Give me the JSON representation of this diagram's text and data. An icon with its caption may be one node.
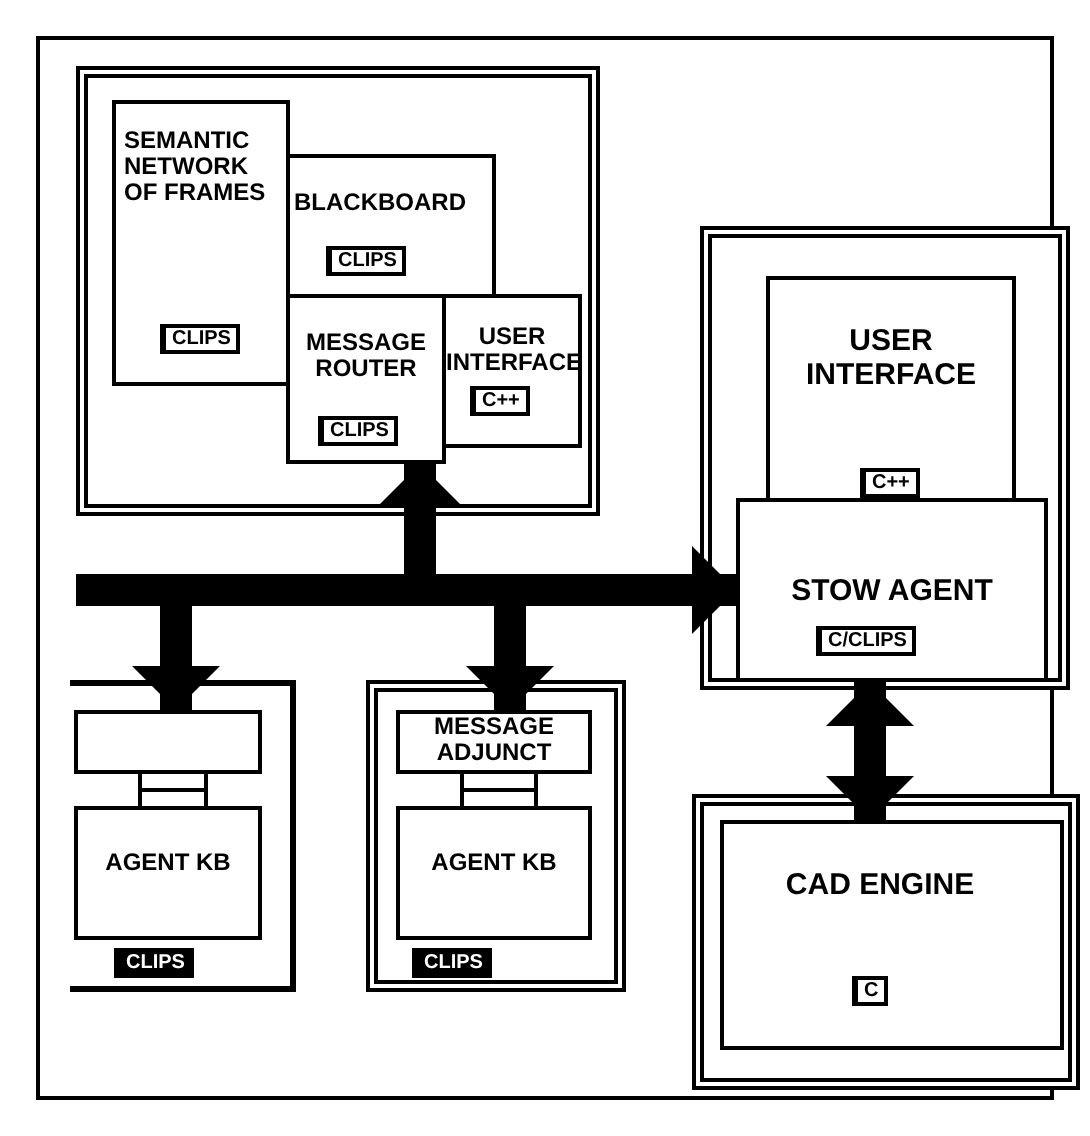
{
  "diagram": {
    "nodes": [
      {
        "text": [],
        "shape": "box"
      },
      {
        "text": [
          "SEMANTIC NETWORK OF FRAMES",
          "CLIPS"
        ],
        "in": 0
      },
      {
        "text": [
          "BLACKBOARD",
          "CLIPS"
        ],
        "in": 0
      },
      {
        "text": [
          "MESSAGE ROUTER",
          "CLIPS"
        ],
        "in": 0
      },
      {
        "text": [
          "USER INTERFACE",
          "C++"
        ],
        "in": 0
      },
      {
        "text": [],
        "shape": "box"
      },
      {
        "text": [
          "USER INTERFACE",
          "C++"
        ],
        "in": 5
      },
      {
        "text": [
          "STOW AGENT",
          "C/CLIPS"
        ],
        "in": 5
      },
      {
        "text": [
          "CLIPS"
        ]
      },
      {
        "text": [],
        "shape": "box",
        "in": 8
      },
      {
        "text": [
          "AGENT KB"
        ],
        "in": 8
      },
      {
        "text": [
          "CLIPS"
        ]
      },
      {
        "text": [
          "MESSAGE ADJUNCT"
        ],
        "in": 11
      },
      {
        "text": [
          "AGENT KB"
        ],
        "in": 11
      },
      {
        "text": [],
        "shape": "box"
      },
      {
        "text": [
          "CAD ENGINE",
          "C"
        ],
        "in": 14
      }
    ],
    "edges": [
      {
        "from": null,
        "to": 7,
        "arrow": "to"
      },
      {
        "from": null,
        "to": 3,
        "arrow": "to"
      },
      {
        "from": null,
        "to": 9,
        "arrow": "to"
      },
      {
        "from": null,
        "to": 12,
        "arrow": "to"
      },
      {
        "from": 7,
        "to": 15,
        "arrow": "both"
      },
      {
        "from": 9,
        "to": 10,
        "arrow": "none"
      },
      {
        "from": 12,
        "to": 13,
        "arrow": "none"
      }
    ]
  }
}
